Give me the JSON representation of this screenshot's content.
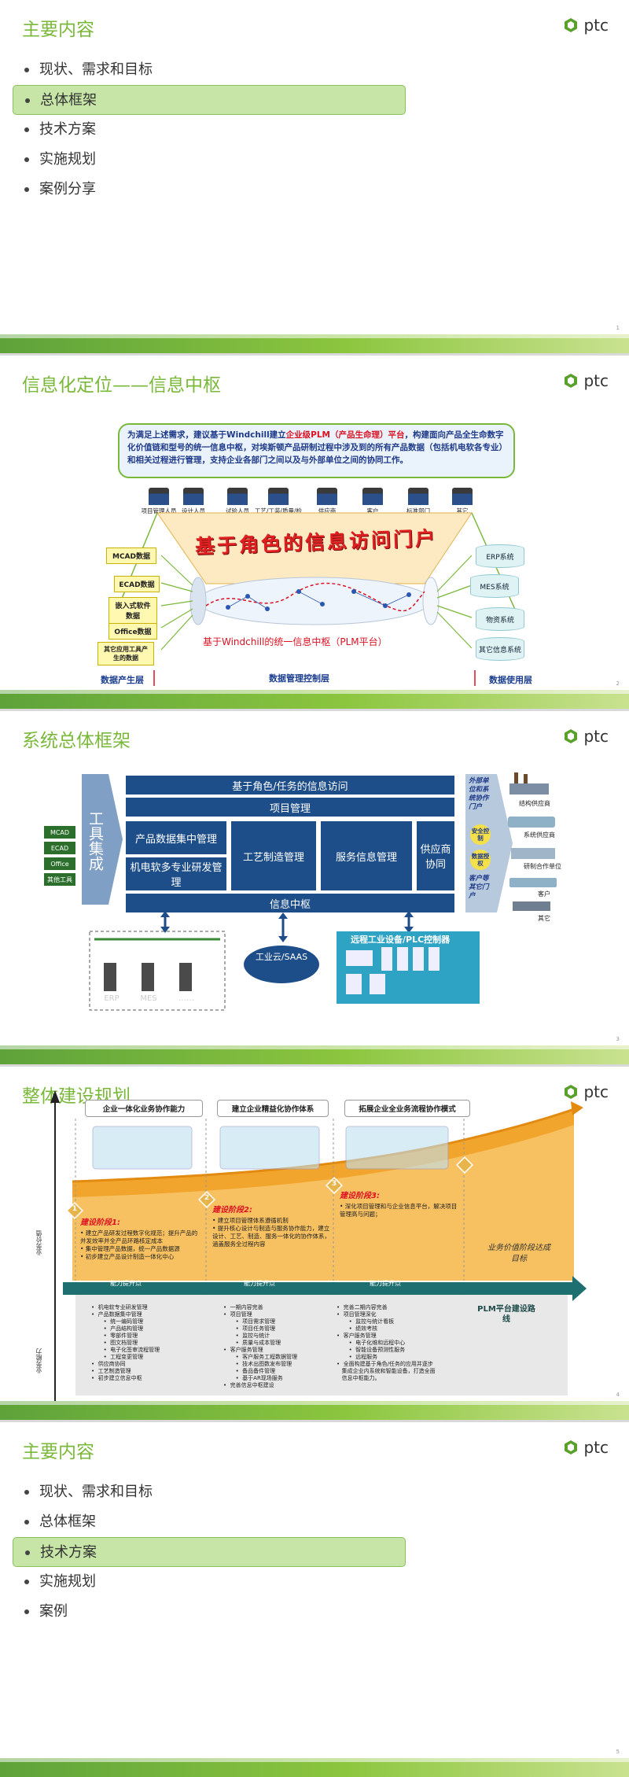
{
  "brand": {
    "logo_text": "ptc",
    "accent": "#7ab83a"
  },
  "slides": [
    {
      "title": "主要内容",
      "items": [
        "现状、需求和目标",
        "总体框架",
        "技术方案",
        "实施规划",
        "案例分享"
      ],
      "active_index": 1,
      "page": "1"
    },
    {
      "title": "信息化定位——信息中枢",
      "intro_pre": "为满足上述需求，建议基于Windchill建立",
      "intro_hl": "企业级PLM（产品生命理）平台",
      "intro_post": "，构建面向产品全生命数字化价值链和型号的统一信息中枢，对埃斯顿产品研制过程中涉及到的所有产品数据（包括机电软各专业）和相关过程进行管理，支持企业各部门之间以及与外部单位之间的协同工作。",
      "roles": [
        "项目管理人员",
        "设计人员",
        "试验人员",
        "工艺/工装/质量/检验人员",
        "供应商",
        "客户",
        "标准部门",
        "其它"
      ],
      "portal": "基于角色的信息访问门户",
      "sources": [
        "MCAD数据",
        "ECAD数据",
        "嵌入式软件数据",
        "Office数据",
        "其它应用工具产生的数据"
      ],
      "dests": [
        "ERP系统",
        "MES系统",
        "物资系统",
        "其它信息系统"
      ],
      "hub": "基于Windchill的统一信息中枢（PLM平台）",
      "layers": [
        "数据产生层",
        "数据管理控制层",
        "数据使用层"
      ],
      "page": "2"
    },
    {
      "title": "系统总体框架",
      "left_tags": [
        "MCAD",
        "ECAD",
        "Office",
        "其他工具"
      ],
      "tool_integration": "工具集成",
      "top_bar": "基于角色/任务的信息访问",
      "project_mgmt": "项目管理",
      "pdm": "产品数据集中管理",
      "multi_dev": "机电软多专业研发管理",
      "process_mgmt": "工艺制造管理",
      "service_mgmt": "服务信息管理",
      "supplier": "供应商协同",
      "hub_bar": "信息中枢",
      "right_text_top": "外部单位和系统协作门户",
      "badge_1": "安全控制",
      "badge_2": "数据授权",
      "right_text_bottom": "客户等其它门户",
      "buildings": [
        "结构供应商",
        "系统供应商",
        "研制合作单位",
        "客户",
        "其它"
      ],
      "systems": [
        "ERP",
        "MES",
        "……"
      ],
      "cloud": "工业云/SAAS",
      "plc": "远程工业设备/PLC控制器",
      "page": "3"
    },
    {
      "title": "整体建设规划",
      "stage_heads": [
        "企业一体化业务协作能力",
        "建立企业精益化协作体系",
        "拓展企业全业务流程协作模式"
      ],
      "stage_labels": [
        "建设阶段1:",
        "建设阶段2:",
        "建设阶段3:"
      ],
      "stage_texts": [
        "• 建立产品研发过程数字化规范；提升产品的并发效率并全产品环路核定成本\n• 集中管理产品数据，统一产品数据源\n• 初步建立产品设计制造一体化中心",
        "• 建立项目管理体系遵循机制\n• 提升核心设计与制造与服务协作能力，建立设计、工艺、制造、服务一体化的协作体系，涵盖服务全过程内容",
        "• 深化项目管理和与企业信息平台，解决项目管理高与问题；"
      ],
      "milestones": [
        "1",
        "2",
        "3"
      ],
      "value_label": "业务价值阶段达成目标",
      "band": "能力提升点",
      "axis_y_top": "业务价值",
      "axis_y_bottom": "业务能力",
      "col1": "•  机电软专业研发管理\n•  产品数据集中管理\n       •  统一编码管理\n       •  产品结构管理\n       •  零部件管理\n       •  图文档管理\n       •  电子化签审流程管理\n       •  工程变更管理\n•  供应商协同\n•  工艺制造管理\n•  初步建立信息中枢",
      "col2": "•  一期内容完善\n•  项目管理\n       •  项目需求管理\n       •  项目任务管理\n       •  监控与统计\n       •  质量与成本管理\n•  客户服务管理\n       •  客户服务工程数据管理\n       •  技术出图数发布管理\n       •  备品备件管理\n       •  基于AR现场服务\n•  完善信息中枢建设",
      "col3": "•  完善二期内容完善\n•  项目管理深化\n       •  监控与统计看板\n       •  绩效考核\n•  客户服务管理\n       •  电子化维和远程中心\n       •  智能设备预测性服务\n       •  远程服务\n•  全面构建基于角色/任务的应用并逐步\n   集成企业内系统和智能设备，打造全面\n   信息中枢能力。",
      "goal": "PLM平台建设路线",
      "page": "4"
    },
    {
      "title": "主要内容",
      "items": [
        "现状、需求和目标",
        "总体框架",
        "技术方案",
        "实施规划",
        "案例"
      ],
      "active_index": 2,
      "page": "5"
    }
  ]
}
